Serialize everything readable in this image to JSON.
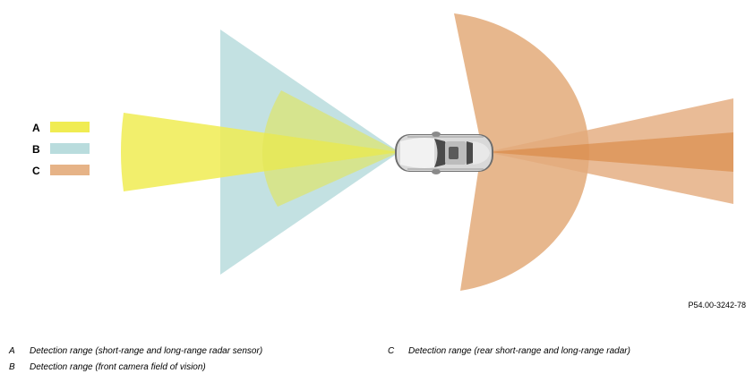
{
  "colors": {
    "A": "#f0ec52",
    "B": "#b9dcdd",
    "C": "#e6b387",
    "C_dark": "#d8853f"
  },
  "legend": [
    {
      "key": "A",
      "color": "#f0ec52"
    },
    {
      "key": "B",
      "color": "#b9dcdd"
    },
    {
      "key": "C",
      "color": "#e6b387"
    }
  ],
  "reference_code": "P54.00-3242-78",
  "captions": [
    {
      "key": "A",
      "text": "Detection range (short-range and long-range radar sensor)"
    },
    {
      "key": "B",
      "text": "Detection range (front camera field of vision)"
    },
    {
      "key": "C",
      "text": "Detection range (rear short-range and long-range radar)"
    }
  ]
}
